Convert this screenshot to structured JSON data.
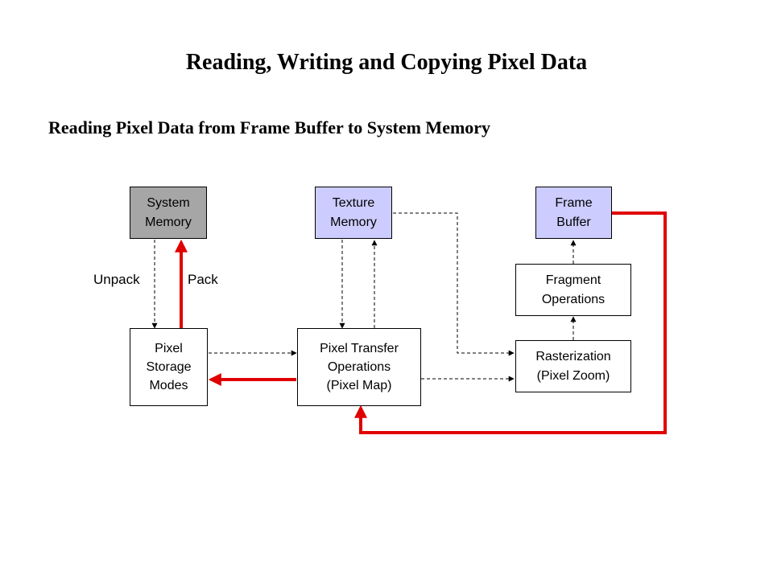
{
  "title": "Reading, Writing and Copying Pixel Data",
  "subtitle": "Reading Pixel Data from Frame Buffer to System Memory",
  "boxes": {
    "system_memory": "System\nMemory",
    "texture_memory": "Texture\nMemory",
    "frame_buffer": "Frame\nBuffer",
    "fragment_operations": "Fragment\nOperations",
    "rasterization": "Rasterization\n(Pixel Zoom)",
    "pixel_storage_modes": "Pixel\nStorage\nModes",
    "pixel_transfer_operations": "Pixel Transfer\nOperations\n(Pixel Map)"
  },
  "labels": {
    "unpack": "Unpack",
    "pack": "Pack"
  },
  "colors": {
    "system_memory_fill": "#a6a6a6",
    "memory_fill": "#ccccff",
    "highlight_path": "#e00000",
    "dashed_path": "#000000"
  }
}
